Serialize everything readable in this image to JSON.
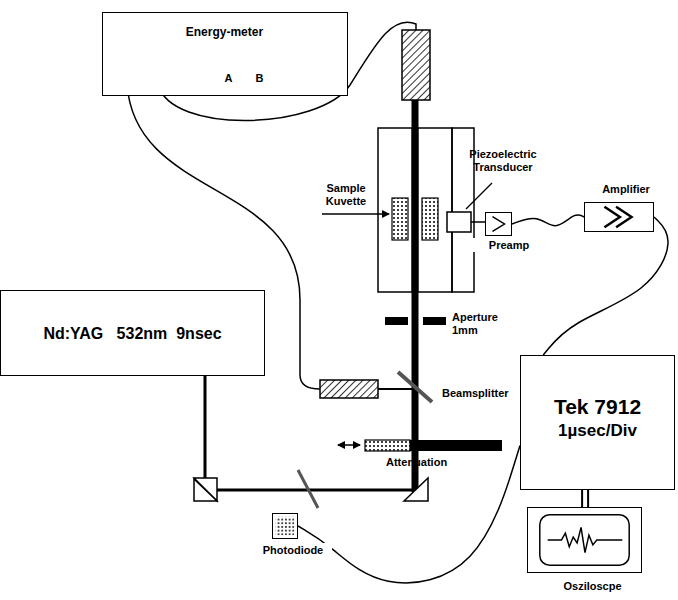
{
  "diagram": {
    "nodes": [
      {
        "text": [
          "Energy-meter",
          "A",
          "B"
        ]
      },
      {
        "text": [
          "Preamp"
        ]
      },
      {
        "text": [
          "Amplifier"
        ]
      },
      {
        "text": [
          "Nd:YAG   532nm  9nsec"
        ]
      },
      {
        "text": [
          "Tek 7912",
          "1µsec/Div"
        ]
      },
      {
        "text": [
          "Photodiode"
        ]
      },
      {
        "text": [
          "Osziloscpe"
        ]
      }
    ],
    "edges": [
      {
        "from": 1,
        "to": 2,
        "arrow": "none"
      },
      {
        "from": 2,
        "to": 4,
        "arrow": "none"
      },
      {
        "from": 5,
        "to": 4,
        "arrow": "none"
      },
      {
        "from": 4,
        "to": 6,
        "arrow": "none"
      }
    ],
    "labels": [
      "Piezoelectric Transducer",
      "Sample Kuvette",
      "Aperture 1mm",
      "Beamsplitter",
      "Attenuation"
    ]
  }
}
